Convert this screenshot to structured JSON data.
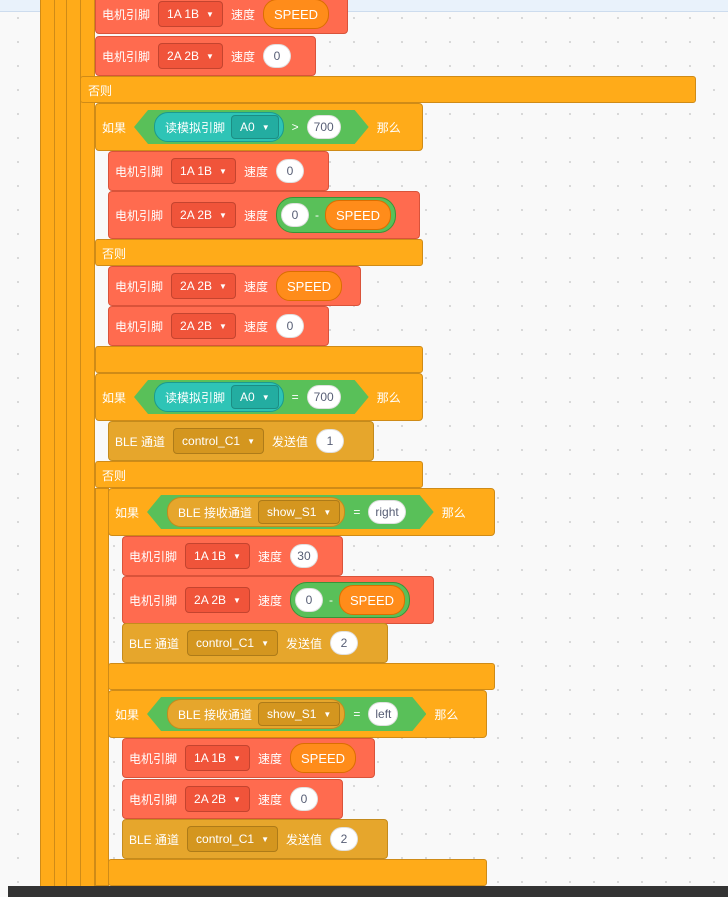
{
  "labels": {
    "if": "如果",
    "then": "那么",
    "else": "否则",
    "motor_pin": "电机引脚",
    "speed": "速度",
    "read_analog": "读模拟引脚",
    "ble_channel": "BLE 通道",
    "send_value": "发送值",
    "ble_receive": "BLE 接收通道"
  },
  "pins": {
    "p1": "1A 1B",
    "p2": "2A 2B",
    "a0": "A0"
  },
  "values": {
    "zero": "0",
    "speed": "SPEED",
    "minus": "-",
    "gt": ">",
    "eq": "=",
    "v700": "700",
    "v1": "1",
    "v2": "2",
    "v30": "30",
    "right": "right",
    "left": "left"
  },
  "ble": {
    "control": "control_C1",
    "show": "show_S1"
  },
  "colors": {
    "control": "#ffab19",
    "motor": "#ff6b4f",
    "ble": "#e6a62c",
    "operator": "#59c059",
    "analog": "#2ec4b6",
    "variable": "#ff8c1a"
  }
}
